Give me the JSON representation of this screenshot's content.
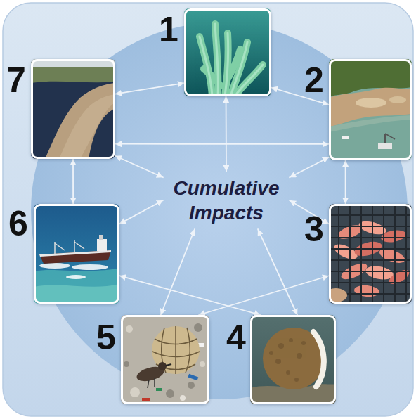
{
  "diagram": {
    "nodes": [
      {
        "text": [
          "1"
        ]
      },
      {
        "text": [
          "2"
        ]
      },
      {
        "text": [
          "3"
        ]
      },
      {
        "text": [
          "4"
        ]
      },
      {
        "text": [
          "5"
        ]
      },
      {
        "text": [
          "6"
        ]
      },
      {
        "text": [
          "7"
        ]
      },
      {
        "text": [
          "Cumulative Impacts"
        ]
      }
    ],
    "edges": [
      {
        "from": 0,
        "to": 7,
        "arrow": "both"
      },
      {
        "from": 6,
        "to": 1,
        "arrow": "both"
      },
      {
        "from": 0,
        "to": 6,
        "arrow": "both"
      },
      {
        "from": 0,
        "to": 1,
        "arrow": "both"
      },
      {
        "from": 1,
        "to": 2,
        "arrow": "both"
      },
      {
        "from": 6,
        "to": 5,
        "arrow": "both"
      },
      {
        "from": 5,
        "to": 7,
        "arrow": "both"
      },
      {
        "from": 2,
        "to": 7,
        "arrow": "both"
      },
      {
        "from": 5,
        "to": 3,
        "arrow": "both"
      },
      {
        "from": 2,
        "to": 4,
        "arrow": "both"
      },
      {
        "from": 4,
        "to": 7,
        "arrow": "both"
      },
      {
        "from": 3,
        "to": 7,
        "arrow": "both"
      },
      {
        "from": 6,
        "to": 7,
        "arrow": "both"
      },
      {
        "from": 1,
        "to": 7,
        "arrow": "both"
      }
    ]
  }
}
